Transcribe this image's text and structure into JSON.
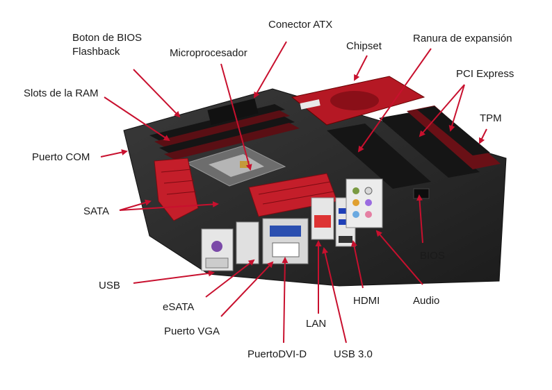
{
  "labels": {
    "bios_flashback_line1": "Boton de BIOS",
    "bios_flashback_line2": "Flashback",
    "atx": "Conector ATX",
    "chipset": "Chipset",
    "expansion": "Ranura de expansión",
    "cpu": "Microprocesador",
    "ram": "Slots de la RAM",
    "pcie": "PCI Express",
    "tpm": "TPM",
    "com": "Puerto COM",
    "sata": "SATA",
    "bios": "BIOS",
    "usb": "USB",
    "esata": "eSATA",
    "hdmi": "HDMI",
    "audio": "Audio",
    "vga": "Puerto VGA",
    "lan": "LAN",
    "dvi": "PuertoDVI-D",
    "usb3": "USB 3.0"
  },
  "colors": {
    "arrow": "#c8102e",
    "board": "#2a2a2a",
    "accent": "#c41e2a",
    "text": "#1a1a1a"
  }
}
